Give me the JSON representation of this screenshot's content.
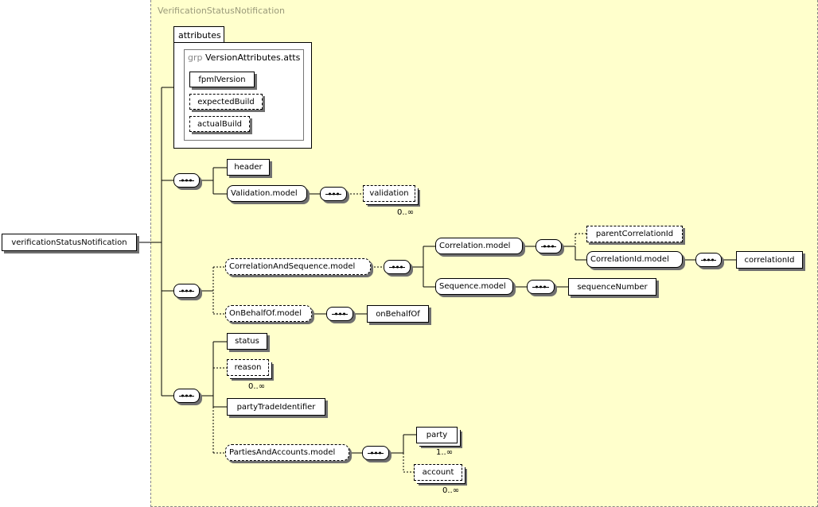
{
  "container_title": "VerificationStatusNotification",
  "root": "verificationStatusNotification",
  "attributes": {
    "tab_label": "attributes",
    "group_keyword": "grp",
    "group_name": "VersionAttributes.atts",
    "items": [
      "fpmlVersion",
      "expectedBuild",
      "actualBuild"
    ]
  },
  "nodes": {
    "header": "header",
    "validation_model": "Validation.model",
    "validation": "validation",
    "correlation_and_sequence_model": "CorrelationAndSequence.model",
    "correlation_model": "Correlation.model",
    "parent_correlation_id": "parentCorrelationId",
    "correlation_id_model": "CorrelationId.model",
    "correlation_id": "correlationId",
    "sequence_model": "Sequence.model",
    "sequence_number": "sequenceNumber",
    "on_behalf_of_model": "OnBehalfOf.model",
    "on_behalf_of": "onBehalfOf",
    "status": "status",
    "reason": "reason",
    "party_trade_identifier": "partyTradeIdentifier",
    "parties_and_accounts_model": "PartiesAndAccounts.model",
    "party": "party",
    "account": "account"
  },
  "cardinality": {
    "validation": "0..∞",
    "reason": "0..∞",
    "party": "1..∞",
    "account": "0..∞"
  }
}
